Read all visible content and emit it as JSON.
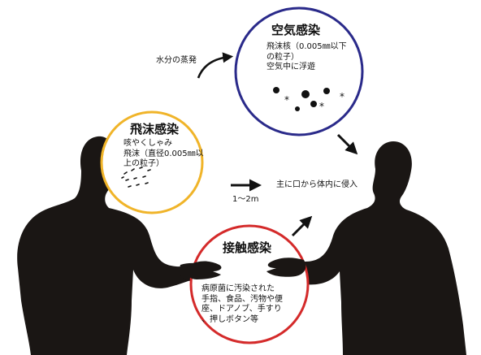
{
  "colors": {
    "background": "#ffffff",
    "silhouette": "#1a1614",
    "airborne_circle": "#2a2a8a",
    "droplet_circle": "#f0b429",
    "contact_circle": "#d42a2a",
    "arrow": "#111111"
  },
  "airborne": {
    "title": "空気感染",
    "lines": [
      "飛沫核（0.005㎜以下",
      "の粒子）",
      "空気中に浮遊"
    ],
    "asterisk": "*"
  },
  "droplet": {
    "title": "飛沫感染",
    "lines": [
      "咳やくしゃみ",
      "飛沫（直径0.005㎜以",
      "上の粒子）"
    ]
  },
  "contact": {
    "title": "接触感染",
    "lines": [
      "病原菌に汚染された",
      "手指、食品、汚物や便",
      "座、ドアノブ、手すり",
      "、押しボタン等"
    ]
  },
  "labels": {
    "evaporation": "水分の蒸発",
    "distance": "1～2m",
    "entry": "主に口から体内に侵入"
  }
}
